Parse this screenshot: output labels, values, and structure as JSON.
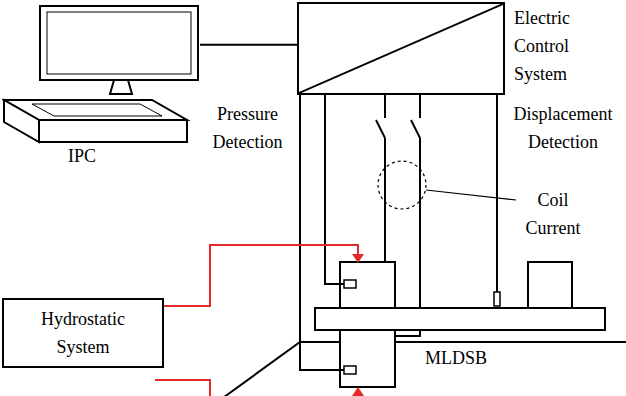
{
  "diagram": {
    "nodes": [
      {
        "text": [
          "IPC"
        ]
      },
      {
        "text": [
          "Electric Control System"
        ]
      },
      {
        "text": [
          "Hydrostatic System"
        ]
      },
      {
        "text": [
          "MLDSB"
        ]
      }
    ],
    "edges": [
      {
        "from": 0,
        "to": 1,
        "arrow": "none"
      }
    ],
    "labels": [
      "Pressure Detection",
      "Displacement Detection",
      "Coil Current"
    ]
  }
}
